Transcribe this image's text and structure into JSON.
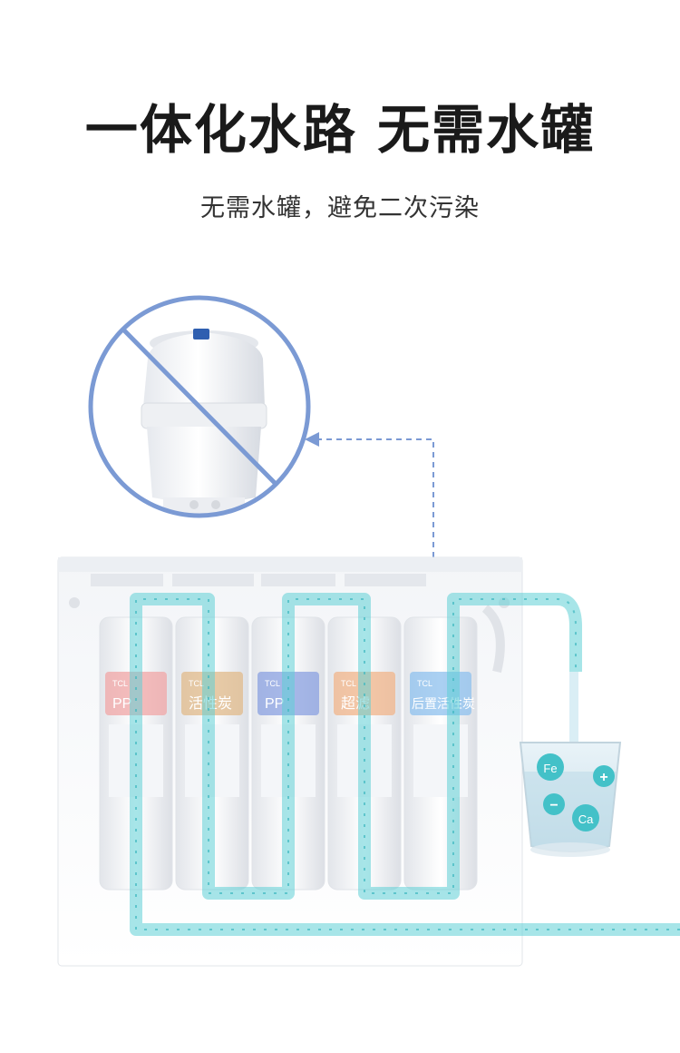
{
  "header": {
    "title": "一体化水路 无需水罐",
    "subtitle": "无需水罐，避免二次污染"
  },
  "filters": [
    {
      "brand": "TCL",
      "name": "PP"
    },
    {
      "brand": "TCL",
      "name": "活性炭"
    },
    {
      "brand": "TCL",
      "name": "PP"
    },
    {
      "brand": "TCL",
      "name": "超滤"
    },
    {
      "brand": "TCL",
      "name": "后置活性炭"
    }
  ],
  "minerals": {
    "fe": "Fe",
    "ca": "Ca",
    "plus": "+",
    "minus": "−"
  },
  "colors": {
    "pipe": "#5fd0d6",
    "no_sign": "#6f8fd0",
    "label_pink": "#f0a6a6",
    "label_tan": "#e0b98a",
    "label_blue": "#8aa0e0",
    "label_peach": "#f0b48a",
    "label_sky": "#8ec0ee"
  }
}
